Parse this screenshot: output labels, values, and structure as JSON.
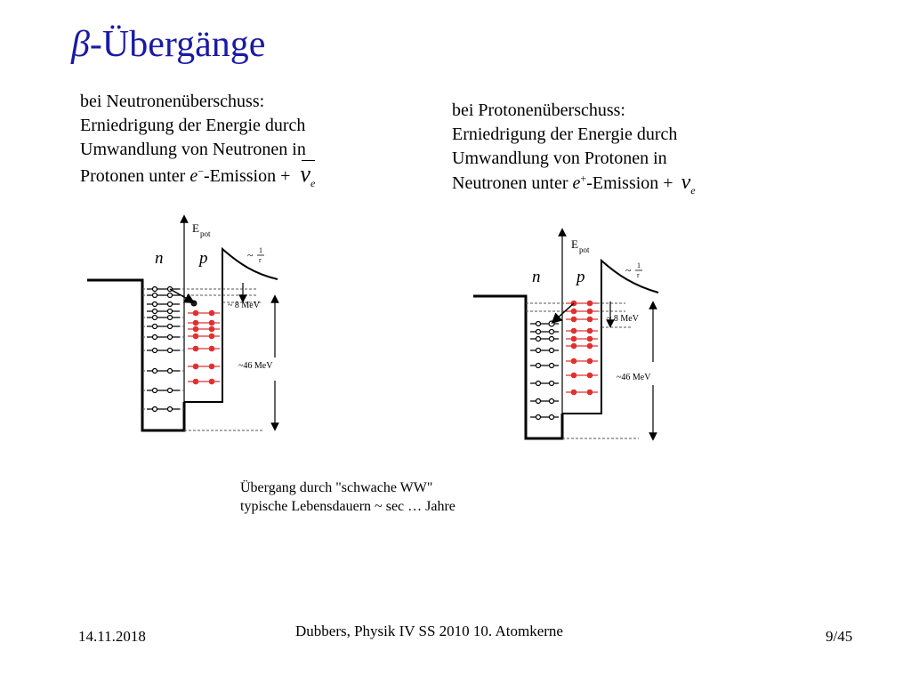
{
  "slide": {
    "title_symbol": "β",
    "title_rest": "-Übergänge"
  },
  "left_text": {
    "line1": "bei Neutronenüberschuss:",
    "line2": "Erniedrigung der Energie durch",
    "line3": "Umwandlung von Neutronen in",
    "line4_start": "Protonen unter ",
    "particle": "e",
    "charge": "−",
    "line4_end": "-Emission + ",
    "neutrino": "ν",
    "neutrino_sub": "e"
  },
  "right_text": {
    "line1": "bei Protonenüberschuss:",
    "line2": "Erniedrigung der Energie durch",
    "line3": "Umwandlung von Protonen in",
    "line4_start": "Neutronen unter ",
    "particle": "e",
    "charge": "+",
    "line4_end": "-Emission + ",
    "neutrino": "ν",
    "neutrino_sub": "e"
  },
  "diagram_labels": {
    "energy": "E",
    "energy_sub": "pot",
    "neutron": "n",
    "proton": "p",
    "coulomb_tilde": "~",
    "coulomb_num": "1",
    "coulomb_den": "r",
    "gap": "~ 8 MeV",
    "depth": "~46 MeV"
  },
  "note": {
    "line1": "Übergang durch \"schwache WW\"",
    "line2": "typische Lebensdauern ~ sec …  Jahre"
  },
  "footer": {
    "date": "14.11.2018",
    "center": "Dubbers, Physik IV SS 2010 10. Atomkerne",
    "page": "9/45"
  },
  "colors": {
    "title": "#1a1aa6",
    "proton": "#e03030",
    "neutron": "#555555"
  }
}
